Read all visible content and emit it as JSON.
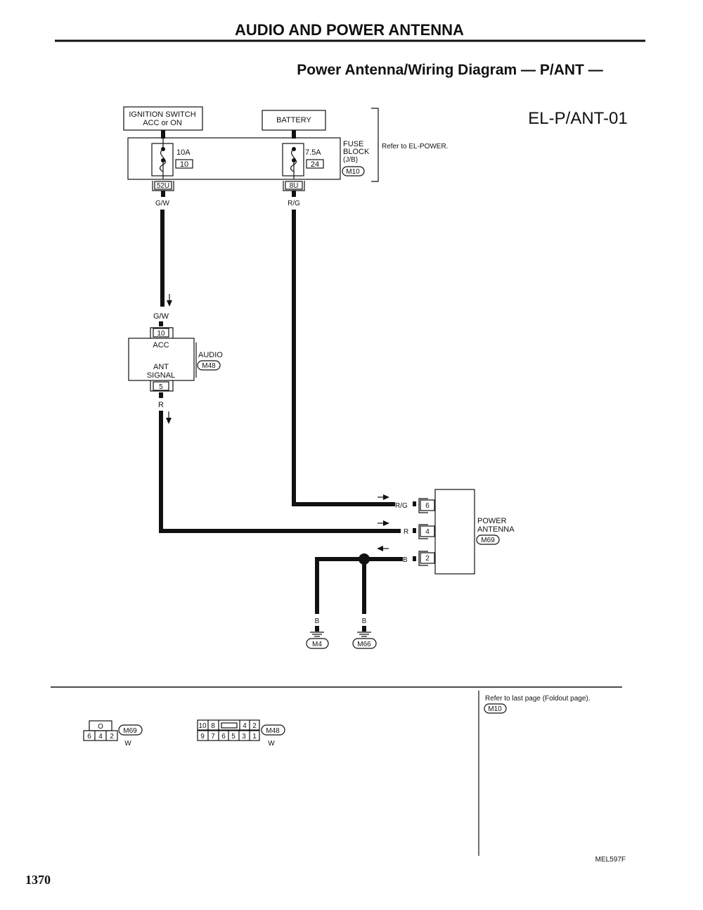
{
  "header": {
    "title": "AUDIO AND POWER ANTENNA",
    "subtitle": "Power Antenna/Wiring Diagram — P/ANT —",
    "diagram_code": "EL-P/ANT-01"
  },
  "power": {
    "ignition_line1": "IGNITION SWITCH",
    "ignition_line2": "ACC or ON",
    "battery": "BATTERY",
    "fuse1_amp": "10A",
    "fuse1_num": "10",
    "fuse2_amp": "7.5A",
    "fuse2_num": "24",
    "fuse_block_line1": "FUSE",
    "fuse_block_line2": "BLOCK",
    "fuse_block_line3": "(J/B)",
    "fuse_block_conn": "M10",
    "refer_power": "Refer to EL-POWER.",
    "term_52u": "52U",
    "term_8u": "8U",
    "wire_gw": "G/W",
    "wire_rg": "R/G"
  },
  "audio": {
    "wire_in": "G/W",
    "pin_acc": "10",
    "acc_label": "ACC",
    "ant_label": "ANT",
    "signal_label": "SIGNAL",
    "pin_signal": "5",
    "name": "AUDIO",
    "conn": "M48",
    "wire_out": "R"
  },
  "antenna": {
    "wire_rg": "R/G",
    "wire_r": "R",
    "wire_b": "B",
    "pin_rg": "6",
    "pin_r": "4",
    "pin_b": "2",
    "name_line1": "POWER",
    "name_line2": "ANTENNA",
    "conn": "M69"
  },
  "grounds": {
    "g1_wire": "B",
    "g1_conn": "M4",
    "g2_wire": "B",
    "g2_conn": "M66"
  },
  "connectors": {
    "m69_top_pin": "O",
    "m69_pins": [
      "6",
      "4",
      "2"
    ],
    "m69_conn": "M69",
    "m69_color": "W",
    "m48_top_pins": [
      "10",
      "8",
      "",
      "4",
      "2"
    ],
    "m48_bottom_pins": [
      "9",
      "7",
      "6",
      "5",
      "3",
      "1"
    ],
    "m48_conn": "M48",
    "m48_color": "W"
  },
  "footer": {
    "refer_last": "Refer to last page (Foldout page).",
    "refer_conn": "M10",
    "ref_code": "MEL597F",
    "page_number": "1370"
  }
}
